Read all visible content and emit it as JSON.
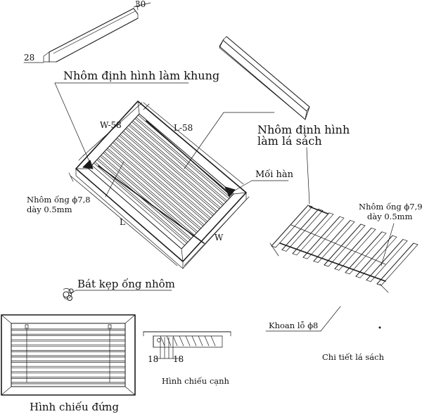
{
  "dimensions": {
    "top_30": "30",
    "top_28": "28",
    "w_minus_58": "W-58",
    "l_minus_58": "L-58",
    "l": "L",
    "w": "W",
    "side_18_left": "18",
    "side_18_right": "18"
  },
  "labels": {
    "frame_profile": "Nhôm định hình làm khung",
    "louver_profile_line1": "Nhôm định hình",
    "louver_profile_line2": "làm lá sách",
    "weld": "Mối hàn",
    "tube_left_line1": "Nhôm ống ϕ7,8",
    "tube_left_line2": "dày 0.5mm",
    "tube_right_line1": "Nhôm ống ϕ7,9",
    "tube_right_line2": "dày 0.5mm",
    "clip": "Bát kẹp ống nhôm",
    "drill": "Khoan lỗ ϕ8",
    "louver_detail": "Chi tiết lá sách",
    "side_view": "Hình chiếu cạnh",
    "front_view": "Hình chiếu đứng"
  }
}
